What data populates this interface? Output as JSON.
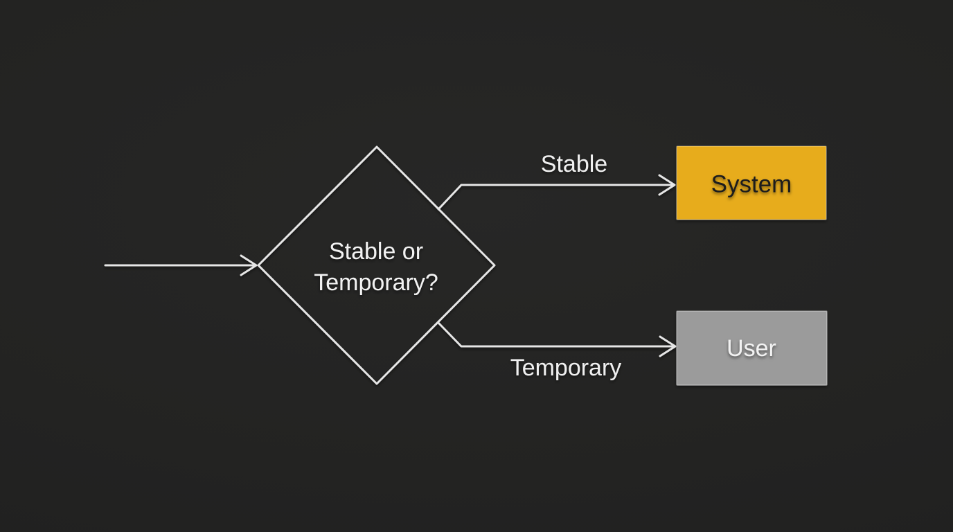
{
  "diagram": {
    "type": "flowchart",
    "decision": {
      "label": "Stable or Temporary?",
      "line1": "Stable or",
      "line2": "Temporary?"
    },
    "branches": {
      "stable": {
        "label": "Stable",
        "target": "System"
      },
      "temporary": {
        "label": "Temporary",
        "target": "User"
      }
    },
    "nodes": {
      "system": {
        "label": "System"
      },
      "user": {
        "label": "User"
      }
    }
  },
  "colors": {
    "background": "#232323",
    "line": "#e6e6e6",
    "label_text": "#f2f2f2",
    "system_box": "#e7ac1d",
    "system_text": "#1e1e1e",
    "user_box": "#9b9b9b",
    "user_text": "#f2f2f2"
  }
}
